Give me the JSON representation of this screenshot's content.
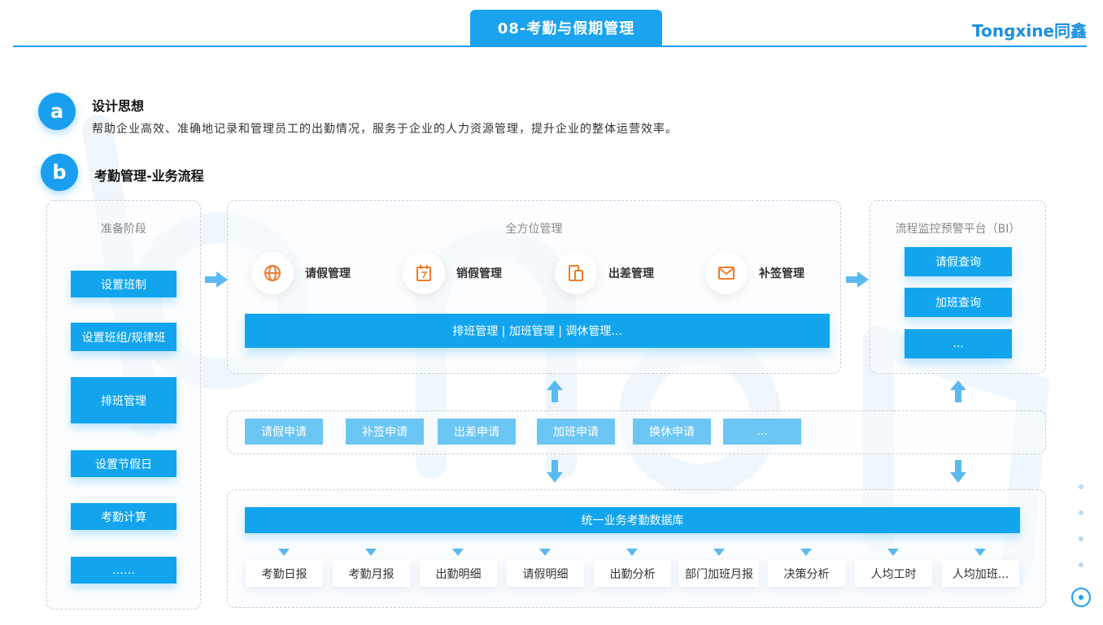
{
  "header": {
    "title": "08-考勤与假期管理",
    "brand": "Tonɡxine同鑫"
  },
  "section_a": {
    "badge": "a",
    "title": "设计思想",
    "desc": "帮助企业高效、准确地记录和管理员工的出勤情况，服务于企业的人力资源管理，提升企业的整体运营效率。"
  },
  "section_b": {
    "badge": "b",
    "title": "考勤管理-业务流程"
  },
  "prep": {
    "title": "准备阶段",
    "items": [
      "设置班制",
      "设置班组/规律班",
      "排班管理",
      "设置节假日",
      "考勤计算",
      "……"
    ]
  },
  "mgmt": {
    "title": "全方位管理",
    "items": [
      {
        "label": "请假管理",
        "icon": "globe-icon"
      },
      {
        "label": "销假管理",
        "icon": "calendar-icon"
      },
      {
        "label": "出差管理",
        "icon": "devices-icon"
      },
      {
        "label": "补签管理",
        "icon": "mail-icon"
      }
    ],
    "bar": "排班管理 | 加班管理 | 调休管理..."
  },
  "bi": {
    "title": "流程监控预警平台（BI）",
    "items": [
      "请假查询",
      "加班查询",
      "..."
    ]
  },
  "requests": [
    "请假申请",
    "补签申请",
    "出差申请",
    "加班申请",
    "换休申请",
    "..."
  ],
  "database": {
    "title": "统一业务考勤数据库",
    "reports": [
      "考勤日报",
      "考勤月报",
      "出勤明细",
      "请假明细",
      "出勤分析",
      "部门加班月报",
      "决策分析",
      "人均工时",
      "人均加班..."
    ]
  },
  "colors": {
    "primary": "#12a5ee",
    "light": "#6cc6f4",
    "accent_icon": "#f07c2a"
  }
}
